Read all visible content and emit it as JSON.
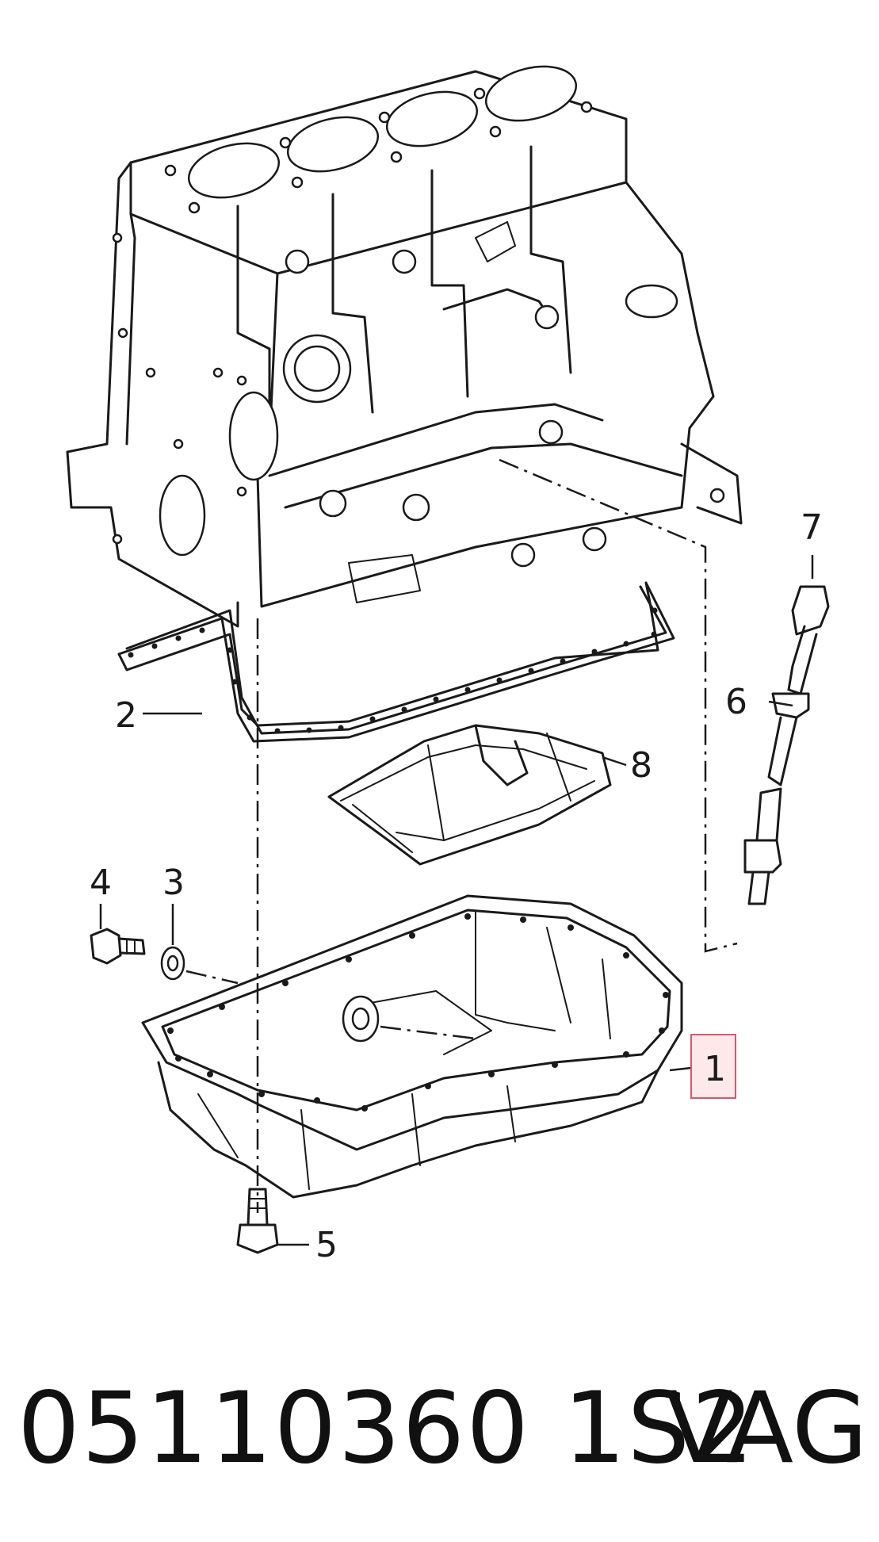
{
  "callouts": {
    "c1": "1",
    "c2": "2",
    "c3": "3",
    "c4": "4",
    "c5": "5",
    "c6": "6",
    "c7": "7",
    "c8": "8"
  },
  "highlight_color": "#d9566a",
  "footer": {
    "part_number": "05110360 1S2",
    "brand": "VAG"
  }
}
